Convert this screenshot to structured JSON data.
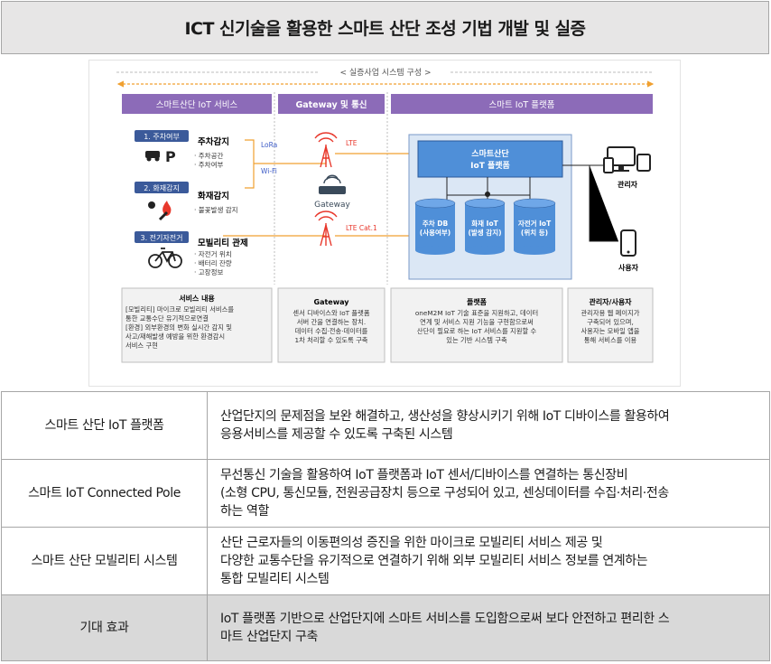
{
  "title": "ICT 신기술을 활용한 스마트 산단 조성 기법 개발 및 실증",
  "diagram": {
    "caption": "< 실증사업 시스템 구성 >",
    "col1_header": "스마트산단 IoT 서비스",
    "col2_header": "Gateway 및 통신",
    "col3_header": "스마트 IoT 플랫폼",
    "services": [
      {
        "tag": "1. 주차여부",
        "title": "주차감지",
        "items": [
          "주차공간",
          "주차여부"
        ]
      },
      {
        "tag": "2. 화재감지",
        "title": "화재감지",
        "items": [
          "불꽃발생 감지"
        ]
      },
      {
        "tag": "3. 전기자전거",
        "title": "모빌리티 관제",
        "items": [
          "자전거 위치",
          "배터리 잔량",
          "고장정보"
        ]
      }
    ],
    "links": {
      "lora": "LoRa",
      "wifi": "Wi-Fi",
      "lte": "LTE",
      "lte_cat1": "LTE Cat.1"
    },
    "gateway_label": "Gateway",
    "platform_box": [
      "스마트산단",
      "IoT 플랫폼"
    ],
    "databases": [
      {
        "line1": "주차 DB",
        "line2": "(사용여부)"
      },
      {
        "line1": "화재 IoT",
        "line2": "(발생 감지)"
      },
      {
        "line1": "자전거 IoT",
        "line2": "(위치 등)"
      }
    ],
    "devices": {
      "admin": "관리자",
      "user": "사용자"
    },
    "desc_service": {
      "title": "서비스 내용",
      "lines": [
        "[모빌리티] 마이크로 모빌리티 서비스를",
        "통한 교통수단 유기적으로연결",
        "[환경] 외부환경의 변화 실시간 감지 및",
        "사고/재해발생 예방을 위한 환경감시",
        "서비스 구현"
      ]
    },
    "desc_gateway": {
      "title": "Gateway",
      "lines": [
        "센서 디바이스와 IoT 플랫폼",
        "서버 간을 연결하는 장치.",
        "데이터 수집·전송·데이터를",
        "1차 처리할 수 있도록 구축"
      ]
    },
    "desc_platform": {
      "title": "플랫폼",
      "lines": [
        "oneM2M IoT 기술 표준을 지원하고, 데이터",
        "연계 및 서비스 지원 기능을 구현함으로써",
        "산단이 필요로 하는 IoT 서비스를 지원할 수",
        "있는 기반 시스템 구축"
      ]
    },
    "desc_admin": {
      "title": "관리자/사용자",
      "lines": [
        "관리자용 웹 페이지가",
        "구축되어 있으며,",
        "사용자는 모바일 앱을",
        "통해 서비스를 이용"
      ]
    }
  },
  "table": [
    {
      "label": "스마트 산단 IoT 플랫폼",
      "lines": [
        "산업단지의 문제점을 보완 해결하고, 생산성을 향상시키기 위해 IoT 디바이스를 활용하여",
        "응용서비스를 제공할 수 있도록 구축된 시스템"
      ]
    },
    {
      "label": "스마트 IoT Connected Pole",
      "lines": [
        "무선통신 기술을 활용하여 IoT 플랫폼과 IoT 센서/디바이스를 연결하는 통신장비",
        "(소형 CPU, 통신모듈, 전원공급장치 등으로 구성되어 있고, 센싱데이터를 수집·처리·전송",
        "하는 역할"
      ]
    },
    {
      "label": "스마트 산단 모빌리티 시스템",
      "lines": [
        "산단 근로자들의 이동편의성 증진을 위한 마이크로 모빌리티 서비스 제공 및",
        "다양한 교통수단을 유기적으로 연결하기 위해 외부 모빌리티 서비스 정보를 연계하는",
        "통합 모빌리티 시스템"
      ]
    },
    {
      "label": "기대 효과",
      "lines": [
        "IoT 플랫폼 기반으로 산업단지에 스마트 서비스를 도입함으로써 보다 안전하고 편리한 스",
        "마트 산업단지 구축"
      ]
    }
  ]
}
